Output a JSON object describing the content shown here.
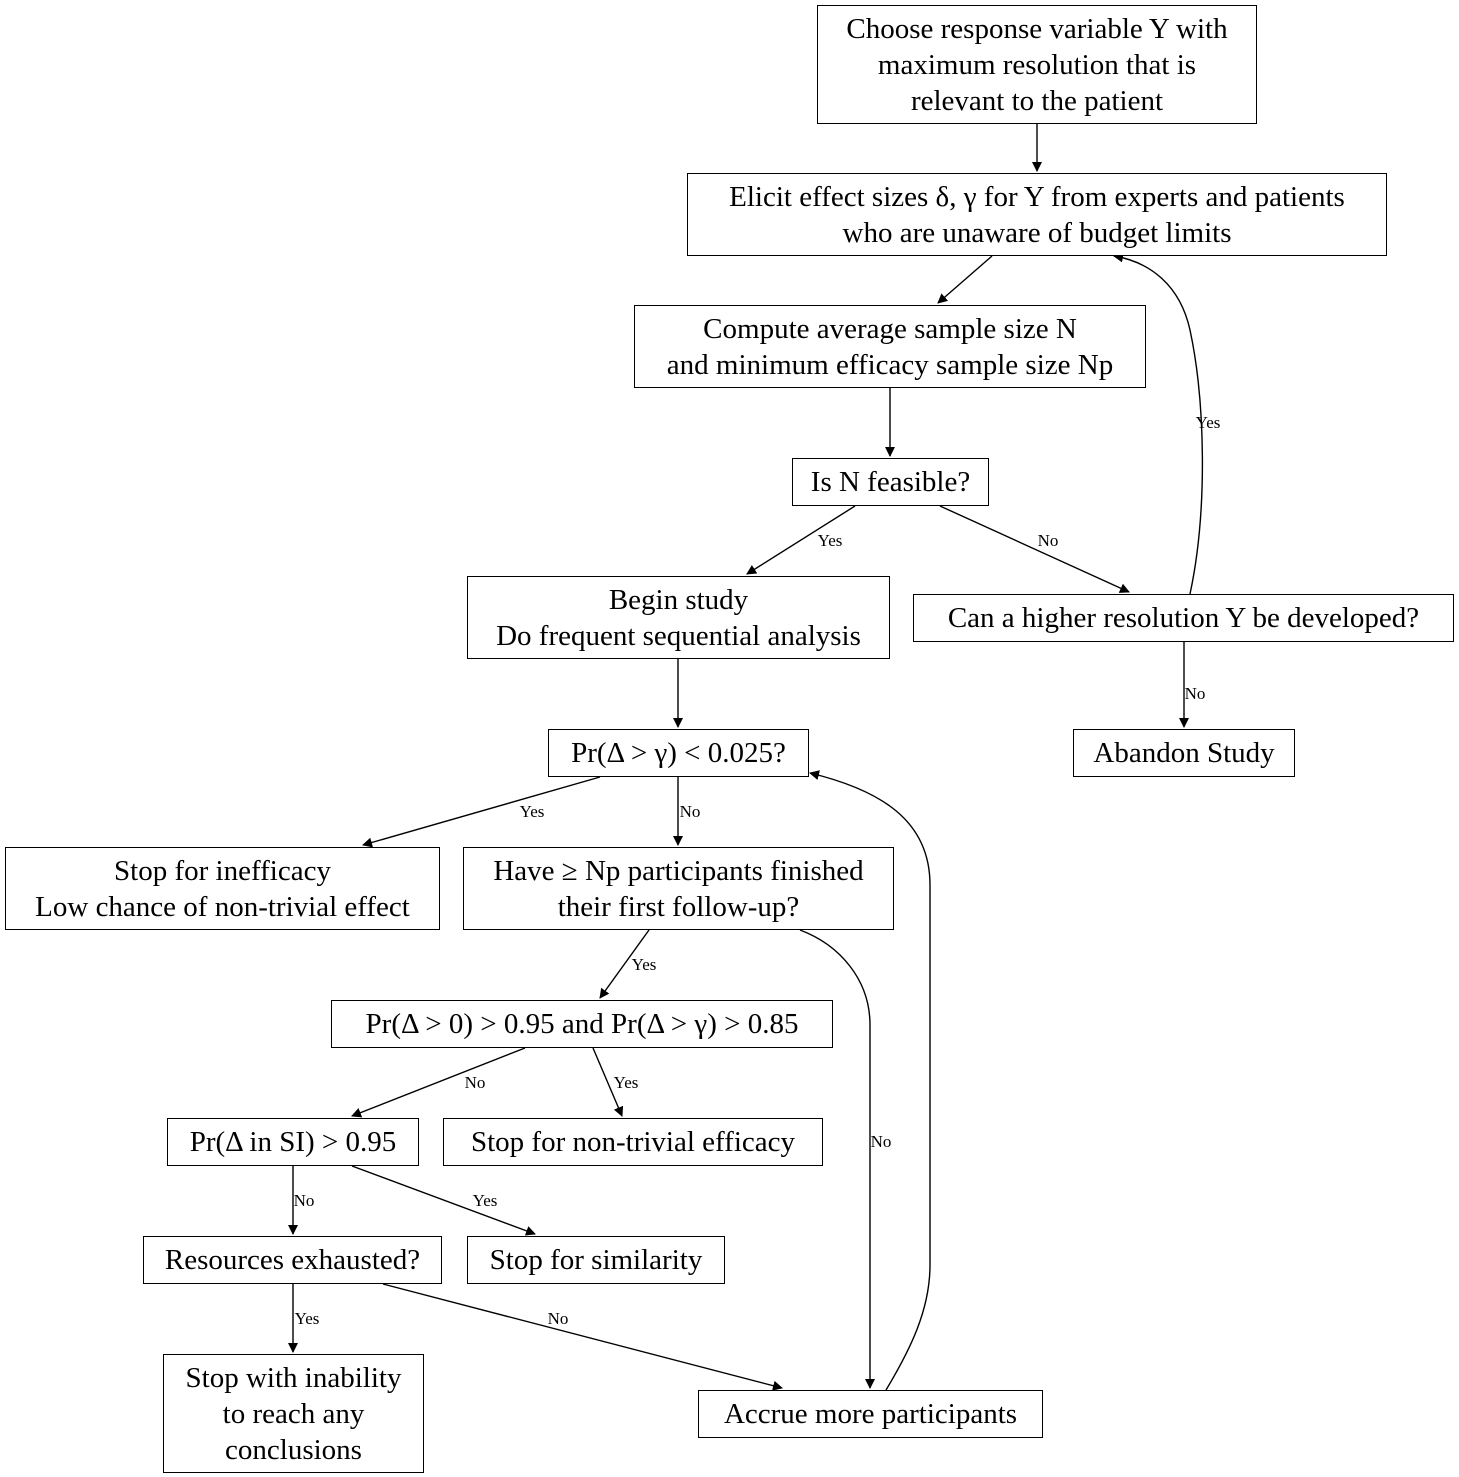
{
  "nodes": [
    {
      "id": "choose",
      "lines": [
        "Choose response variable Y with",
        "maximum resolution that is",
        "relevant to the patient"
      ]
    },
    {
      "id": "elicit",
      "lines": [
        "Elicit effect sizes δ, γ for Y from experts and patients",
        "who are unaware of budget limits"
      ]
    },
    {
      "id": "compute",
      "lines": [
        "Compute average sample size N",
        "and minimum efficacy sample size Np"
      ]
    },
    {
      "id": "feasible",
      "lines": [
        "Is N feasible?"
      ]
    },
    {
      "id": "begin",
      "lines": [
        "Begin study",
        "Do frequent sequential analysis"
      ]
    },
    {
      "id": "higher",
      "lines": [
        "Can a higher resolution Y be developed?"
      ]
    },
    {
      "id": "abandon",
      "lines": [
        "Abandon Study"
      ]
    },
    {
      "id": "prgamma",
      "lines": [
        "Pr(Δ > γ) < 0.025?"
      ]
    },
    {
      "id": "inefficacy",
      "lines": [
        "Stop for inefficacy",
        "Low chance of non-trivial effect"
      ]
    },
    {
      "id": "havenp",
      "lines": [
        "Have ≥ Np participants finished",
        "their first follow-up?"
      ]
    },
    {
      "id": "pr095",
      "lines": [
        "Pr(Δ > 0) > 0.95 and Pr(Δ > γ) > 0.85"
      ]
    },
    {
      "id": "prsi",
      "lines": [
        "Pr(Δ in SI) > 0.95"
      ]
    },
    {
      "id": "efficacy",
      "lines": [
        "Stop for non-trivial efficacy"
      ]
    },
    {
      "id": "resources",
      "lines": [
        "Resources exhausted?"
      ]
    },
    {
      "id": "similarity",
      "lines": [
        "Stop for similarity"
      ]
    },
    {
      "id": "inability",
      "lines": [
        "Stop with inability",
        "to reach any",
        "conclusions"
      ]
    },
    {
      "id": "accrue",
      "lines": [
        "Accrue more participants"
      ]
    }
  ],
  "edges": [
    {
      "from": "choose",
      "to": "elicit",
      "label": ""
    },
    {
      "from": "elicit",
      "to": "compute",
      "label": ""
    },
    {
      "from": "compute",
      "to": "feasible",
      "label": ""
    },
    {
      "from": "feasible",
      "to": "begin",
      "label": "Yes"
    },
    {
      "from": "feasible",
      "to": "higher",
      "label": "No"
    },
    {
      "from": "higher",
      "to": "elicit",
      "label": "Yes"
    },
    {
      "from": "higher",
      "to": "abandon",
      "label": "No"
    },
    {
      "from": "begin",
      "to": "prgamma",
      "label": ""
    },
    {
      "from": "prgamma",
      "to": "inefficacy",
      "label": "Yes"
    },
    {
      "from": "prgamma",
      "to": "havenp",
      "label": "No"
    },
    {
      "from": "havenp",
      "to": "pr095",
      "label": "Yes"
    },
    {
      "from": "havenp",
      "to": "accrue",
      "label": "No"
    },
    {
      "from": "pr095",
      "to": "prsi",
      "label": "No"
    },
    {
      "from": "pr095",
      "to": "efficacy",
      "label": "Yes"
    },
    {
      "from": "prsi",
      "to": "resources",
      "label": "No"
    },
    {
      "from": "prsi",
      "to": "similarity",
      "label": "Yes"
    },
    {
      "from": "resources",
      "to": "inability",
      "label": "Yes"
    },
    {
      "from": "resources",
      "to": "accrue",
      "label": "No"
    },
    {
      "from": "accrue",
      "to": "prgamma",
      "label": ""
    }
  ]
}
